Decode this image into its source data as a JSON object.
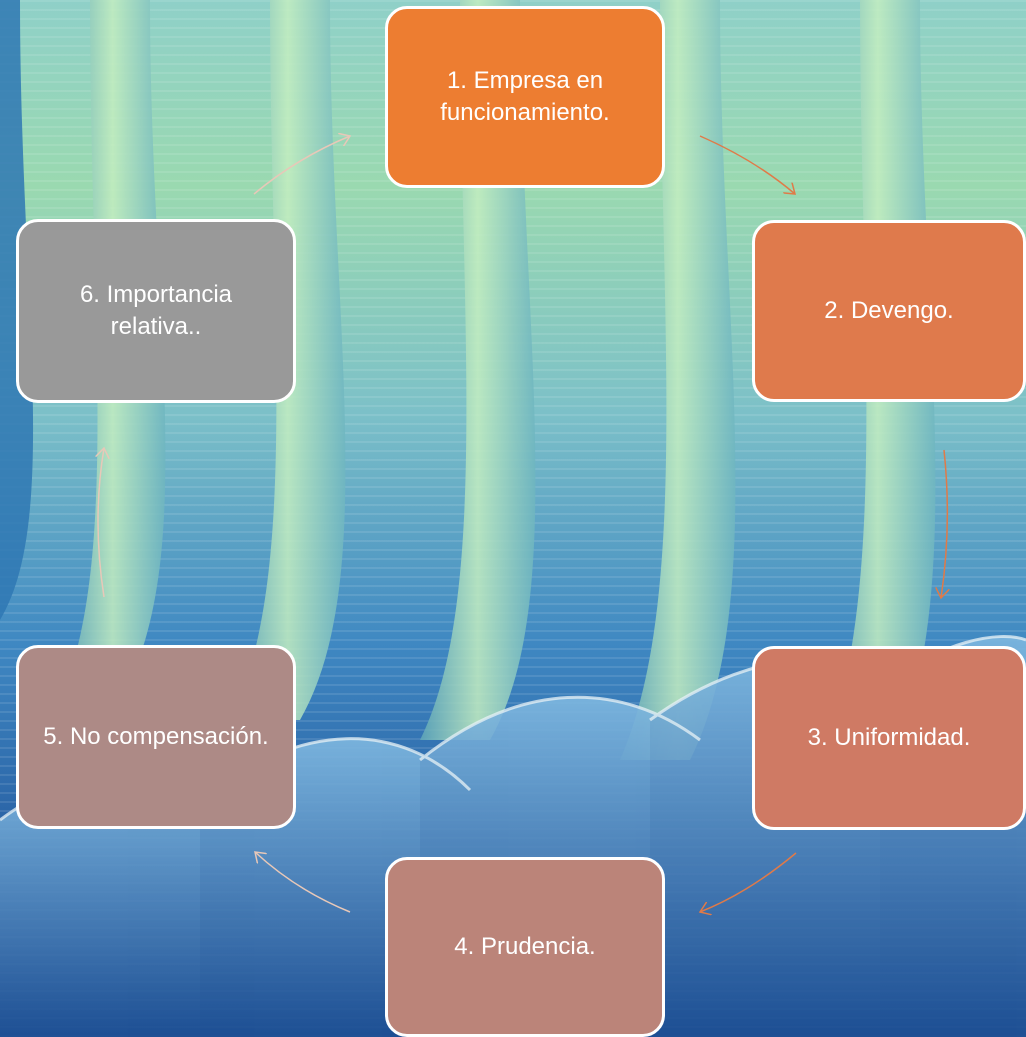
{
  "diagram": {
    "type": "cycle",
    "nodes": [
      {
        "id": "n1",
        "label": "1. Empresa en funcionamiento.",
        "color": "#ed7d31"
      },
      {
        "id": "n2",
        "label": "2. Devengo.",
        "color": "#df7a4c"
      },
      {
        "id": "n3",
        "label": "3. Uniformidad.",
        "color": "#cf7a64"
      },
      {
        "id": "n4",
        "label": "4. Prudencia.",
        "color": "#bb8479"
      },
      {
        "id": "n5",
        "label": "5. No compensación.",
        "color": "#ad8a86"
      },
      {
        "id": "n6",
        "label": "6. Importancia relativa..",
        "color": "#999999"
      }
    ],
    "edges": [
      {
        "from": "n1",
        "to": "n2"
      },
      {
        "from": "n2",
        "to": "n3"
      },
      {
        "from": "n3",
        "to": "n4"
      },
      {
        "from": "n4",
        "to": "n5"
      },
      {
        "from": "n5",
        "to": "n6"
      },
      {
        "from": "n6",
        "to": "n1"
      }
    ],
    "arrow_colors": {
      "orange": "#e07a48",
      "light": "#e8c8b8"
    }
  }
}
